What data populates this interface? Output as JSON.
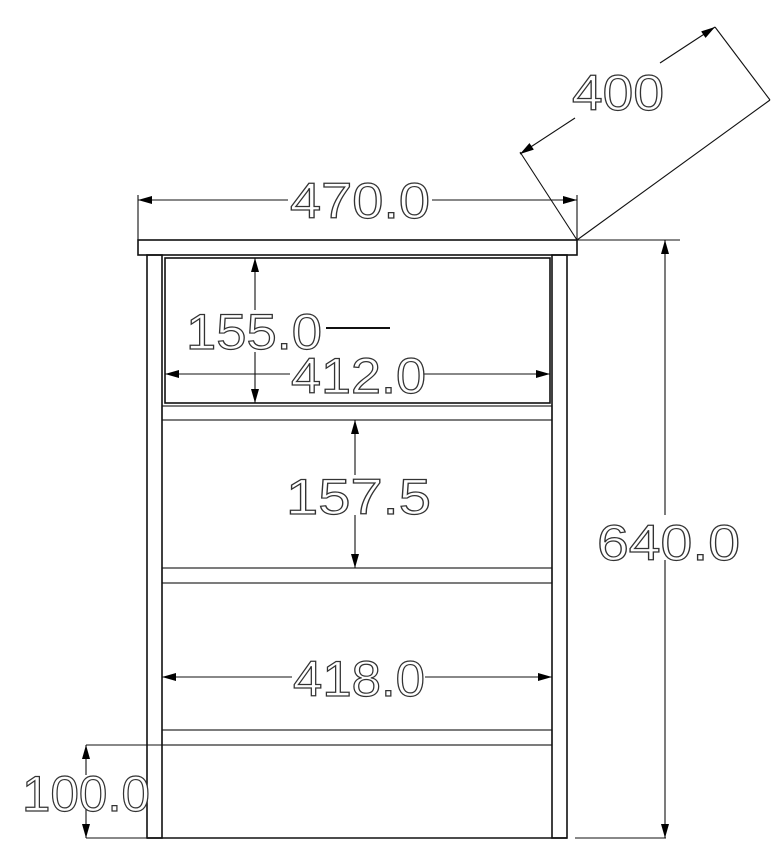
{
  "dimensions": {
    "overall_width": "470.0",
    "depth": "400",
    "overall_height": "640.0",
    "top_drawer_height": "155.0",
    "top_drawer_width": "412.0",
    "middle_drawer_height": "157.5",
    "inner_width": "418.0",
    "plinth_height": "100.0"
  },
  "colors": {
    "line": "#111111",
    "text": "#333333",
    "background": "#ffffff"
  }
}
